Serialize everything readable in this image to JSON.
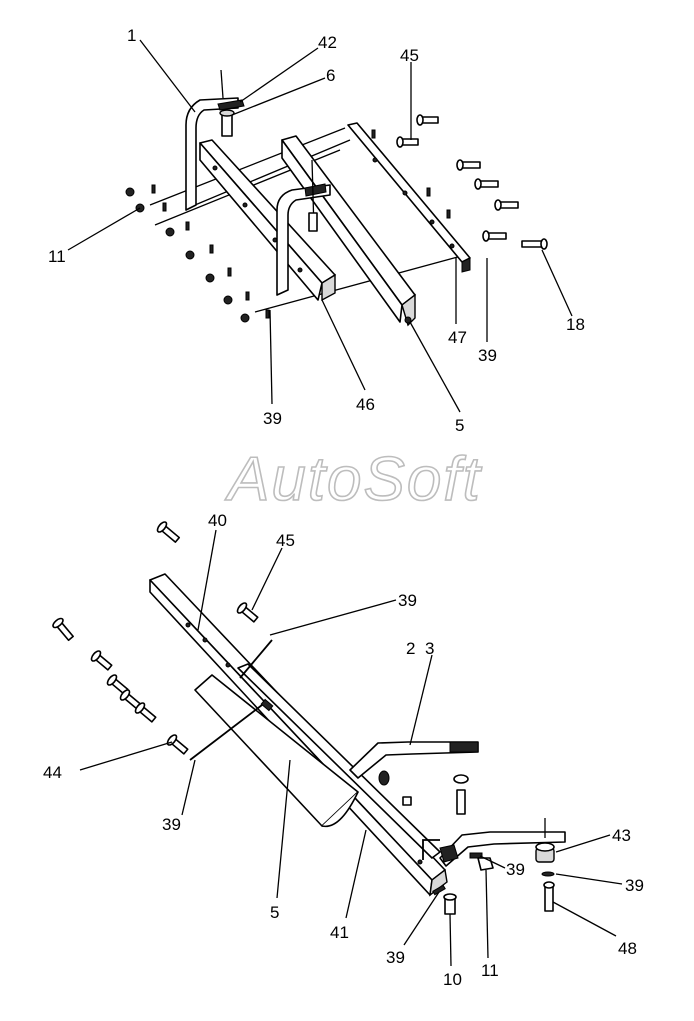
{
  "watermark": "AutoSoft",
  "callouts_upper": [
    {
      "id": "c-1",
      "text": "1"
    },
    {
      "id": "c-42",
      "text": "42"
    },
    {
      "id": "c-6",
      "text": "6"
    },
    {
      "id": "c-45a",
      "text": "45"
    },
    {
      "id": "c-11a",
      "text": "11"
    },
    {
      "id": "c-18",
      "text": "18"
    },
    {
      "id": "c-47",
      "text": "47"
    },
    {
      "id": "c-39a",
      "text": "39"
    },
    {
      "id": "c-39b",
      "text": "39"
    },
    {
      "id": "c-46",
      "text": "46"
    },
    {
      "id": "c-5a",
      "text": "5"
    }
  ],
  "callouts_lower": [
    {
      "id": "c-40",
      "text": "40"
    },
    {
      "id": "c-45b",
      "text": "45"
    },
    {
      "id": "c-39c",
      "text": "39"
    },
    {
      "id": "c-2",
      "text": "2"
    },
    {
      "id": "c-3",
      "text": "3"
    },
    {
      "id": "c-44",
      "text": "44"
    },
    {
      "id": "c-39d",
      "text": "39"
    },
    {
      "id": "c-5b",
      "text": "5"
    },
    {
      "id": "c-41",
      "text": "41"
    },
    {
      "id": "c-39e",
      "text": "39"
    },
    {
      "id": "c-43",
      "text": "43"
    },
    {
      "id": "c-39f",
      "text": "39"
    },
    {
      "id": "c-48",
      "text": "48"
    },
    {
      "id": "c-39g",
      "text": "39"
    },
    {
      "id": "c-10",
      "text": "10"
    },
    {
      "id": "c-11b",
      "text": "11"
    }
  ]
}
